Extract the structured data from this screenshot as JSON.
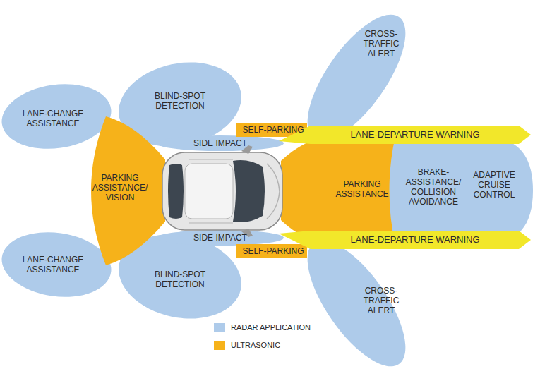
{
  "diagram": {
    "nodes": [
      {
        "text": [
          "CROSS- TRAFFIC ALERT"
        ]
      },
      {
        "text": [
          "BLIND-SPOT DETECTION"
        ]
      },
      {
        "text": [
          "LANE-CHANGE ASSISTANCE"
        ]
      },
      {
        "text": [
          "SELF-PARKING"
        ]
      },
      {
        "text": [
          "LANE-DEPARTURE WARNING"
        ]
      },
      {
        "text": [
          "SIDE IMPACT"
        ]
      },
      {
        "text": [
          "PARKING ASSISTANCE/ VISION"
        ]
      },
      {
        "text": [
          "PARKING ASSISTANCE"
        ]
      },
      {
        "text": [
          "BRAKE- ASSISTANCE/ COLLISION AVOIDANCE"
        ]
      },
      {
        "text": [
          "ADAPTIVE CRUISE CONTROL"
        ]
      },
      {
        "text": [
          "SIDE IMPACT"
        ]
      },
      {
        "text": [
          "SELF-PARKING"
        ]
      },
      {
        "text": [
          "LANE-DEPARTURE WARNING"
        ]
      },
      {
        "text": [
          "LANE-CHANGE ASSISTANCE"
        ]
      },
      {
        "text": [
          "BLIND-SPOT DETECTION"
        ]
      },
      {
        "text": [
          "CROSS- TRAFFIC ALERT"
        ]
      }
    ],
    "legend": [
      {
        "text": "RADAR APPLICATION",
        "color": "#aecbea"
      },
      {
        "text": "ULTRASONIC",
        "color": "#f6b21a"
      }
    ]
  }
}
